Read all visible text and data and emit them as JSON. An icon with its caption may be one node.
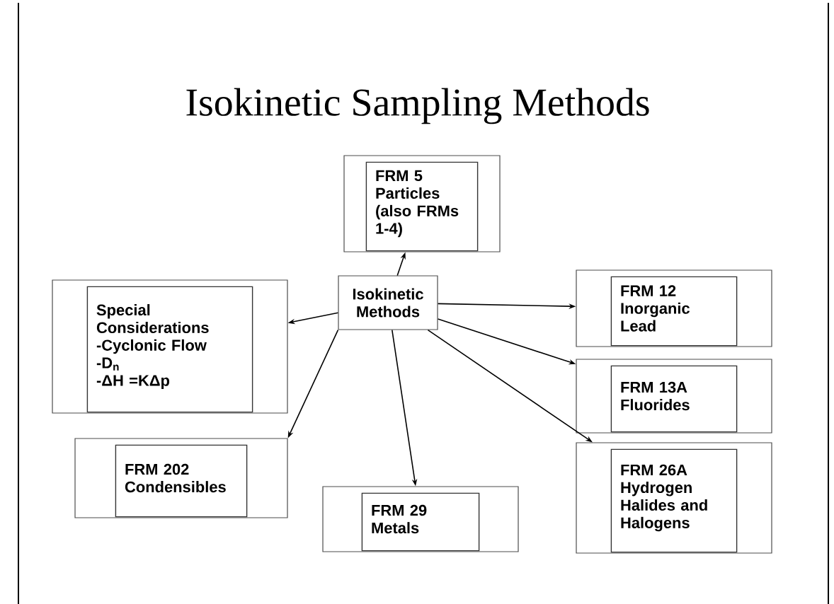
{
  "diagram": {
    "title": "Isokinetic Sampling Methods",
    "nodes": [
      {
        "text": [
          "Isokinetic Methods"
        ]
      },
      {
        "text": [
          "FRM 5 Particles (also FRMs 1-4)"
        ]
      },
      {
        "text": [
          "Special Considerations",
          "-Cyclonic Flow",
          "-D$_{n}$",
          "-ΔH =KΔp"
        ]
      },
      {
        "text": [
          "FRM 12 Inorganic Lead"
        ]
      },
      {
        "text": [
          "FRM 13A Fluorides"
        ]
      },
      {
        "text": [
          "FRM 26A Hydrogen Halides and Halogens"
        ]
      },
      {
        "text": [
          "FRM 202 Condensibles"
        ]
      },
      {
        "text": [
          "FRM 29 Metals"
        ]
      }
    ],
    "edges": [
      {
        "from": 0,
        "to": 1,
        "arrow": "to"
      },
      {
        "from": 0,
        "to": 2,
        "arrow": "to"
      },
      {
        "from": 0,
        "to": 3,
        "arrow": "to"
      },
      {
        "from": 0,
        "to": 4,
        "arrow": "to"
      },
      {
        "from": 0,
        "to": 5,
        "arrow": "to"
      },
      {
        "from": 0,
        "to": 6,
        "arrow": "to"
      },
      {
        "from": 0,
        "to": 7,
        "arrow": "to"
      }
    ]
  }
}
